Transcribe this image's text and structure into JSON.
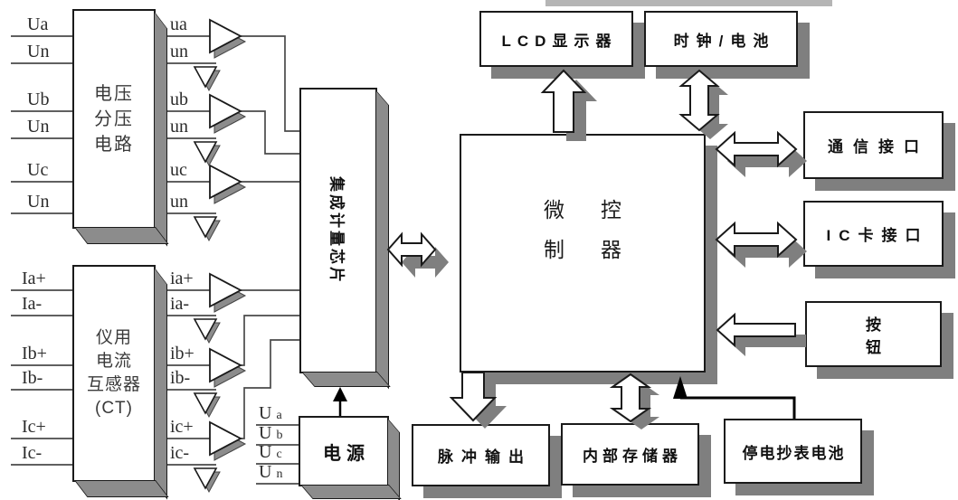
{
  "blocks": {
    "voltage_divider": {
      "lines": [
        "电压",
        "分压",
        "电路"
      ]
    },
    "ct": {
      "lines": [
        "仪用",
        "电流",
        "互感器",
        "(CT)"
      ]
    },
    "metering_chip": {
      "label": "集成计量芯片"
    },
    "power": {
      "label": "电源"
    },
    "micro": {
      "lines": [
        "微控",
        "制器"
      ]
    },
    "lcd": {
      "label": "LCD显示器"
    },
    "clock_battery": {
      "label": "时钟/电池"
    },
    "comm": {
      "label": "通信接口"
    },
    "ic_card": {
      "label": "IC卡接口"
    },
    "button": {
      "label": "按钮"
    },
    "pulse": {
      "label": "脉冲输出"
    },
    "memory": {
      "label": "内部存储器"
    },
    "backup_battery": {
      "label": "停电抄表电池"
    }
  },
  "signals": {
    "voltage_in": [
      "Ua",
      "Un",
      "Ub",
      "Un",
      "Uc",
      "Un"
    ],
    "voltage_out": [
      "ua",
      "un",
      "ub",
      "un",
      "uc",
      "un"
    ],
    "current_in": [
      "Ia+",
      "Ia-",
      "Ib+",
      "Ib-",
      "Ic+",
      "Ic-"
    ],
    "current_out": [
      "ia+",
      "ia-",
      "ib+",
      "ib-",
      "ic+",
      "ic-"
    ],
    "power_in": [
      {
        "main": "U",
        "sub": "a"
      },
      {
        "main": "U",
        "sub": "b"
      },
      {
        "main": "U",
        "sub": "c"
      },
      {
        "main": "U",
        "sub": "n"
      }
    ]
  },
  "colors": {
    "background": "#ffffff",
    "box_border": "#1a1a1a",
    "shadow": "#7f7f7f",
    "bevel_face": "#8c8c8c",
    "wire": "#4a4a4a",
    "top_strip": "#b5b5b5",
    "text": "#222222"
  }
}
